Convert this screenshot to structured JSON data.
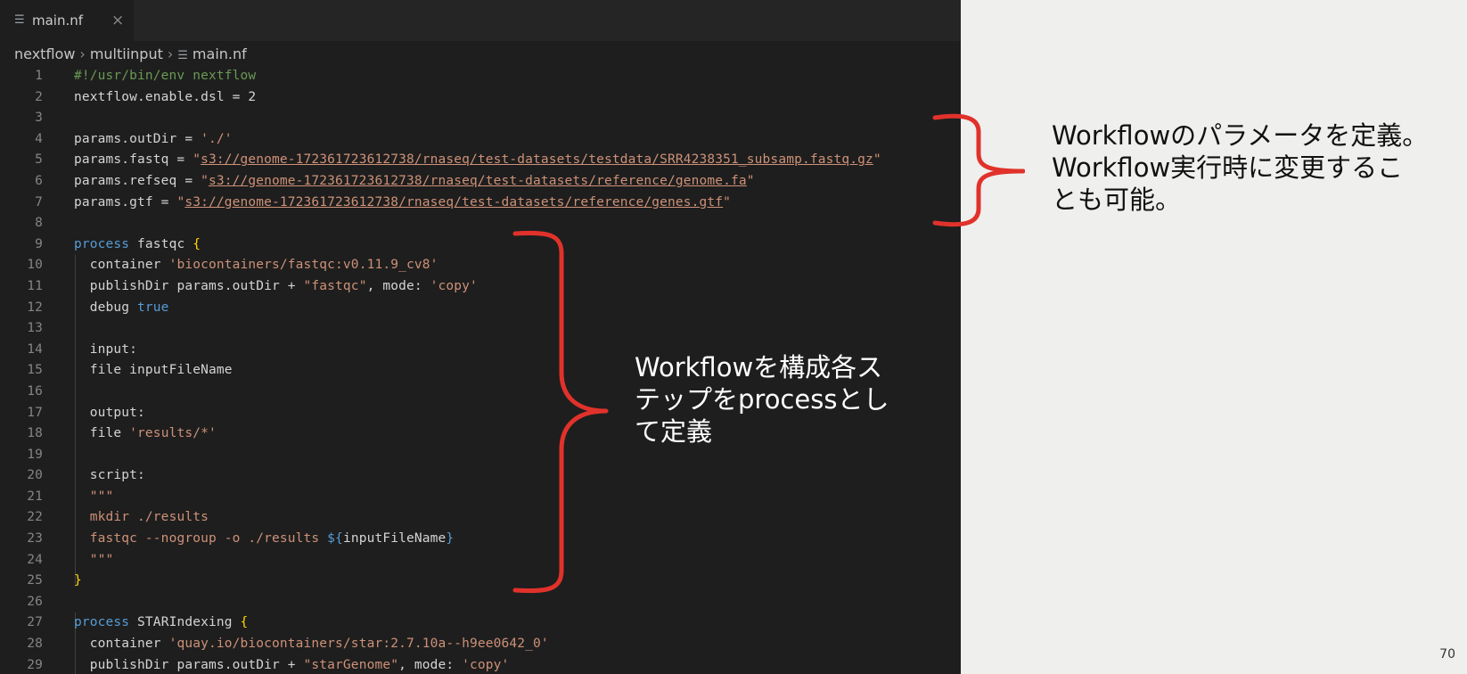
{
  "tab": {
    "filename": "main.nf",
    "close": "×"
  },
  "breadcrumb": [
    "nextflow",
    "multiinput",
    "main.nf"
  ],
  "code": {
    "line_numbers": [
      "1",
      "2",
      "3",
      "4",
      "5",
      "6",
      "7",
      "8",
      "9",
      "10",
      "11",
      "12",
      "13",
      "14",
      "15",
      "16",
      "17",
      "18",
      "19",
      "20",
      "21",
      "22",
      "23",
      "24",
      "25",
      "26",
      "27",
      "28",
      "29"
    ],
    "shebang": "#!/usr/bin/env nextflow",
    "dsl": "nextflow.enable.dsl = 2",
    "outdir_key": "params.outDir = ",
    "outdir_val": "'./'",
    "fastq_key": "params.fastq = ",
    "fastq_val": "s3://genome-172361723612738/rnaseq/test-datasets/testdata/SRR4238351_subsamp.fastq.gz",
    "refseq_key": "params.refseq = ",
    "refseq_val": "s3://genome-172361723612738/rnaseq/test-datasets/reference/genome.fa",
    "gtf_key": "params.gtf = ",
    "gtf_val": "s3://genome-172361723612738/rnaseq/test-datasets/reference/genes.gtf",
    "kw_process": "process",
    "fastqc_name": " fastqc ",
    "open_brace": "{",
    "close_brace": "}",
    "container_kw": "container ",
    "fastqc_container": "'biocontainers/fastqc:v0.11.9_cv8'",
    "publish_a": "publishDir params.outDir + ",
    "fastqc_publish": "\"fastqc\"",
    "publish_mode": ", mode: ",
    "copy": "'copy'",
    "debug_kw": "debug ",
    "true_kw": "true",
    "input_label": "input:",
    "file_input": "file inputFileName",
    "output_label": "output:",
    "file_kw": "file ",
    "results_glob": "'results/*'",
    "script_label": "script:",
    "triple_quote": "\"\"\"",
    "mkdir": "mkdir ./results",
    "fastqc_cmd": "fastqc --nogroup -o ./results ",
    "interp_open": "${",
    "interp_var": "inputFileName",
    "interp_close": "}",
    "star_name": " STARIndexing ",
    "star_container": "'quay.io/biocontainers/star:2.7.10a--h9ee0642_0'",
    "star_publish": "\"starGenome\""
  },
  "annotations": {
    "params_note": [
      "Workflowのパラメータを定義。",
      "Workflow実行時に変更するこ",
      "とも可能。"
    ],
    "process_note": [
      "Workflowを構成各ス",
      "テップをprocessとし",
      "て定義"
    ],
    "brace_color": "#e0322b"
  },
  "slide_number": "70",
  "colors": {
    "editor_bg": "#1e1e1e",
    "comment": "#6a9955",
    "keyword": "#569cd6",
    "string": "#ce9178",
    "bracket": "#ffd700",
    "slide_bg": "#efefed"
  }
}
